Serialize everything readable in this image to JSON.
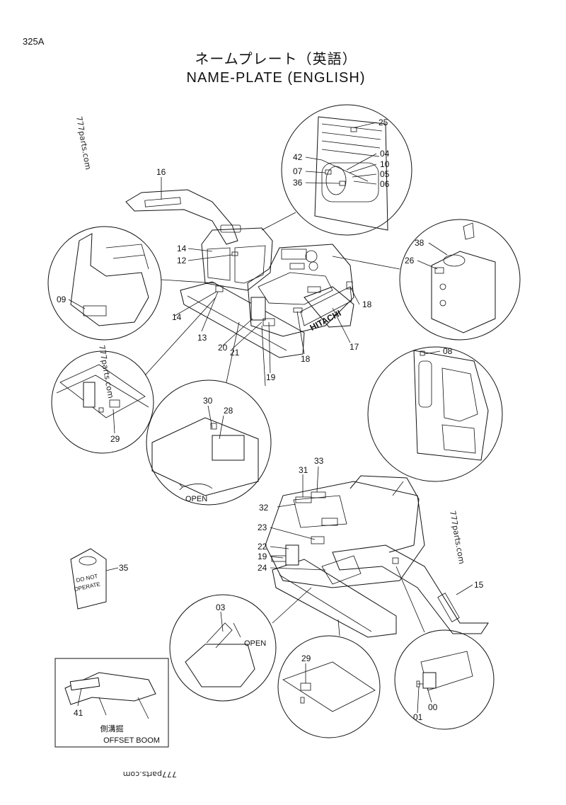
{
  "page_code": "325A",
  "title_jp": "ネームプレート（英語）",
  "title_en": "NAME-PLATE (ENGLISH)",
  "watermark": "777parts.com",
  "tag_text": [
    "DO NOT",
    "OPERATE"
  ],
  "open_label": "OPEN",
  "offset_jp": "側溝掘",
  "offset_en": "OFFSET BOOM",
  "callouts": [
    "25",
    "42",
    "04",
    "10",
    "07",
    "05",
    "36",
    "06",
    "16",
    "14",
    "12",
    "38",
    "26",
    "09",
    "18",
    "14",
    "13",
    "20",
    "21",
    "17",
    "18",
    "19",
    "08",
    "30",
    "28",
    "29",
    "33",
    "31",
    "32",
    "23",
    "22",
    "19",
    "24",
    "35",
    "15",
    "03",
    "29",
    "41",
    "01",
    "00"
  ]
}
